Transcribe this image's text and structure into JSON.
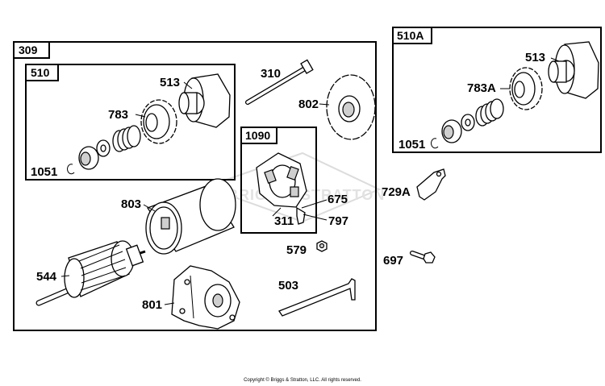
{
  "boxes": {
    "b309": "309",
    "b510": "510",
    "b1090": "1090",
    "b510a": "510A"
  },
  "labels": {
    "p310": "310",
    "p513a": "513",
    "p783": "783",
    "p1051a": "1051",
    "p802": "802",
    "p803": "803",
    "p675": "675",
    "p311": "311",
    "p797": "797",
    "p579": "579",
    "p544": "544",
    "p503": "503",
    "p801": "801",
    "p513b": "513",
    "p783a": "783A",
    "p1051b": "1051",
    "p729a": "729A",
    "p697": "697"
  },
  "watermark": "BRIGGS&STRATTON",
  "copyright": "Copyright © Briggs & Stratton, LLC. All rights reserved."
}
